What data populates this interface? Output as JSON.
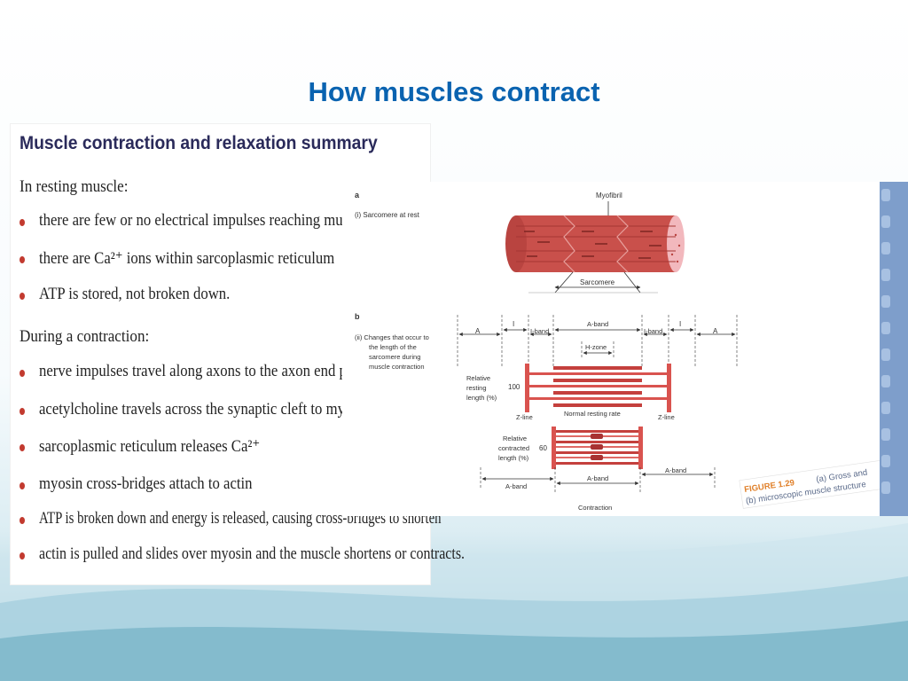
{
  "slide": {
    "title": "How muscles contract"
  },
  "summary": {
    "heading": "Muscle contraction and relaxation summary",
    "resting_label": "In resting muscle:",
    "resting_items": [
      "there are few or no electrical impulses reaching muscle",
      "there are Ca²⁺ ions within sarcoplasmic reticulum",
      "ATP is stored, not broken down."
    ],
    "contraction_label": "During a contraction:",
    "contraction_items": [
      "nerve impulses travel along axons to the axon end plate",
      "acetylcholine travels across the synaptic cleft to myofibril",
      "sarcoplasmic reticulum releases Ca²⁺",
      "myosin cross-bridges attach to actin",
      "ATP is broken down and energy is released, causing cross-bridges to shorten",
      "actin is pulled and slides over myosin and the muscle shortens or contracts."
    ]
  },
  "figure": {
    "label_a": "a",
    "label_b": "b",
    "sarcomere_at_rest": "(i) Sarcomere at rest",
    "myofibril": "Myofibril",
    "sarcomere": "Sarcomere",
    "changes_caption": [
      "(ii) Changes that occur to",
      "the length of the",
      "sarcomere during",
      "muscle contraction"
    ],
    "a_band": "A-band",
    "i_band": "I-band",
    "h_zone": "H-zone",
    "a": "A",
    "i": "I",
    "relative_resting": [
      "Relative",
      "resting",
      "length (%)"
    ],
    "resting_value": "100",
    "z_line": "Z-line",
    "normal_resting_rate": "Normal resting rate",
    "relative_contracted": [
      "Relative",
      "contracted",
      "length (%)"
    ],
    "contracted_value": "60",
    "contraction": "Contraction",
    "caption_figure": "FIGURE 1.29",
    "caption_line1": "(a) Gross and",
    "caption_line2": "(b) microscopic muscle structure"
  },
  "colors": {
    "title": "#0a63b0",
    "bullet": "#c23a2f",
    "muscle_red": "#d9534f",
    "muscle_dark": "#a83232"
  }
}
